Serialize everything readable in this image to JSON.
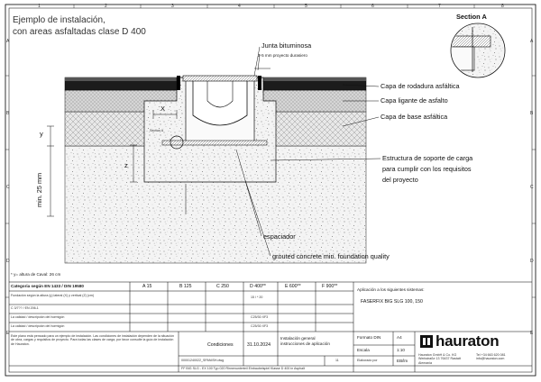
{
  "drawing": {
    "title_line1": "Ejemplo de instalación,",
    "title_line2": "con areas asfaltadas clase D 400",
    "section_label": "Section A",
    "section_small": "Section A",
    "labels": {
      "joint": "Junta bituminosa",
      "depth_note": "3-5 mm proyecto durasiero",
      "layer1": "Capa de rodadura asfáltica",
      "layer2": "Capa ligante de asfalto",
      "layer3": "Capa de base asfáltica",
      "structure1": "Estructura de soporte de carga",
      "structure2": "para cumplir con los requisitos",
      "structure3": "del proyecto",
      "spacer": "espaciador",
      "grout": "grouted concrete min. foundation quality"
    },
    "dims": {
      "x": "X",
      "y": "y",
      "z": "z",
      "min": "min. 25 mm"
    },
    "footnote": "* y= altura de Caval: 26 cm",
    "grid_letters": [
      "A",
      "B",
      "C",
      "D",
      "E"
    ],
    "grid_numbers": [
      "1",
      "2",
      "3",
      "4",
      "5",
      "6",
      "7",
      "8"
    ]
  },
  "table": {
    "header_left": "Categoria según EN 1433 / DIN 19580",
    "classes": [
      "A 15",
      "B 125",
      "C 250",
      "D 400**",
      "E 600**",
      "F 900**"
    ],
    "rows": [
      {
        "label": "Fundación según la altura (y) lateral (X) y vertical (Z) (cm)",
        "d": "15 / * 20"
      },
      {
        "label": "C 3/7?? / EN 206-1",
        "d": ""
      },
      {
        "label": "La calidad / descripción del hormigón",
        "d": "C25/30 XF3"
      },
      {
        "label": "La calidad / descripción del hormigón",
        "d": "C25/30 XF3"
      }
    ],
    "note_left": "Este plano está pensado para un ejemplo de instalación. Las condiciones de instalación dependen de la situación de obra, cargas y requisitos de proyecto. Para todas las clases de carga, por favor consulte la guía de instalación de Hauraton.",
    "conditions_label": "Condiciones",
    "date": "31.10.2024",
    "instr_line1": "Instalación general",
    "instr_line2": "instrucciones de aplicación",
    "applies_label": "Aplicación a los siguientes sistemas:",
    "product": "FASERFIX BIG SLG 100, 150",
    "format_label": "Formato DIN",
    "format_value": "A4",
    "scale_label": "Escala",
    "scale_value": "1:10",
    "author_label": "Elaborado por",
    "author_value": "EB/lm",
    "brand": "hauraton",
    "address": "Hauraton GmbH & Co. KG Werkstraße 13 76437 Rastatt Alemania",
    "contact": "Tel +34 663 620 081 info@hauraton.com",
    "file": "00001240022_SPANISH.dwg",
    "sheet": "11",
    "code": "FF BIG SLG - EX 100 Typ 020 Rinnenunterteil Einbaubeispiel Klasse D 400 in Asphalt"
  }
}
